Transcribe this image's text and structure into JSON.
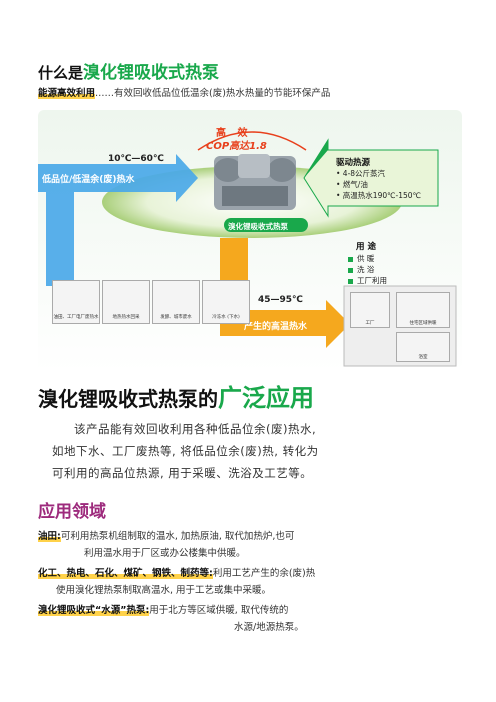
{
  "header": {
    "title_prefix": "什么是",
    "title_highlight": "溴化锂吸收式热泵",
    "subtitle_key": "能源高效利用",
    "subtitle_rest": "……有效回收低品位低温余(废)热水热量的节能环保产品"
  },
  "diagram": {
    "efficiency_label": "高 效",
    "cop_label": "COP高达1.8",
    "input_temp": "10℃—60℃",
    "input_label": "低品位/低温余(废)热水",
    "output_temp": "45—95℃",
    "output_label": "产生的高温热水",
    "unit_plate": "溴化锂吸收式热泵",
    "drive": {
      "title": "驱动热源",
      "items": [
        "• 4-8公斤蒸汽",
        "• 燃气/油",
        "• 高温热水190℃-150℃"
      ]
    },
    "use": {
      "title": "用 途",
      "items": [
        "供 暖",
        "洗 浴",
        "工厂利用"
      ]
    },
    "source_boxes": [
      "油田、工厂电厂废热水",
      "地热热水回采",
      "发酵、城市废水",
      "冷冻水 (下水)"
    ],
    "use_boxes": [
      "工厂",
      "住宅区域供暖",
      "浴室"
    ],
    "colors": {
      "blue": "#4aa8e8",
      "orange": "#f5a81e",
      "green": "#19a84b",
      "accent_red": "#e8401c"
    }
  },
  "section2": {
    "title_prefix": "溴化锂吸收式热泵的",
    "title_highlight": "广泛应用",
    "intro_lines": [
      "该产品能有效回收利用各种低品位余(废)热水,",
      "如地下水、工厂废热等, 将低品位余(废)热, 转化为",
      "可利用的高品位热源, 用于采暖、洗浴及工艺等。"
    ]
  },
  "applications": {
    "title": "应用领域",
    "items": [
      {
        "key": "油田:",
        "line1": "可利用热泵机组制取的温水, 加热原油, 取代加热炉,也可",
        "line2": "利用温水用于厂区或办公楼集中供暖。"
      },
      {
        "key": "化工、热电、石化、煤矿、钢铁、制药等:",
        "line1": "利用工艺产生的余(废)热",
        "line2": "使用溴化锂热泵制取高温水, 用于工艺或集中采暖。"
      },
      {
        "key": "溴化锂吸收式“水源”热泵:",
        "line1": "用于北方等区域供暖, 取代传统的",
        "line2": "水源/地源热泵。"
      }
    ]
  }
}
